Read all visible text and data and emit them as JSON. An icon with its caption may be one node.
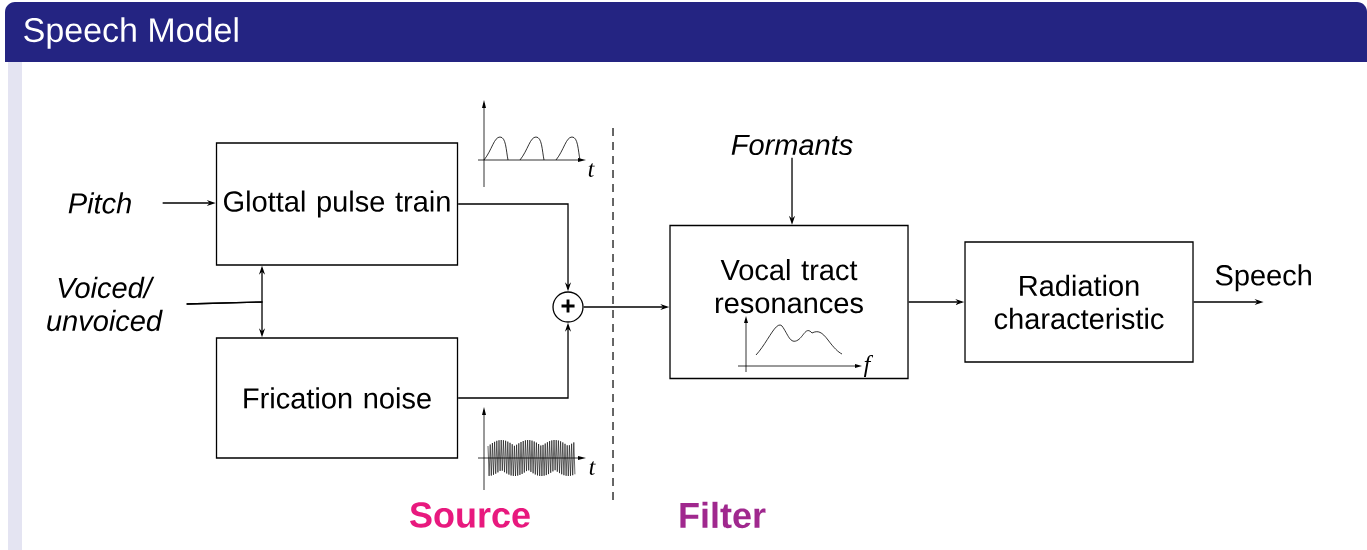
{
  "diagram": {
    "title": "Speech Model",
    "nodes": [
      {
        "text": [
          "Pitch"
        ]
      },
      {
        "text": [
          "Glottal pulse train"
        ]
      },
      {
        "text": [
          "Voiced/ unvoiced"
        ]
      },
      {
        "text": [
          "Frication noise"
        ]
      },
      {
        "text": [
          "+"
        ]
      },
      {
        "text": [
          "Vocal tract resonances"
        ]
      },
      {
        "text": [
          "Formants"
        ]
      },
      {
        "text": [
          "Radiation characteristic"
        ]
      }
    ],
    "edges": [
      {
        "from": 0,
        "to": 1,
        "arrow": "to"
      },
      {
        "from": 2,
        "to": 1,
        "arrow": "to"
      },
      {
        "from": 2,
        "to": 3,
        "arrow": "to"
      },
      {
        "from": 1,
        "to": 4,
        "arrow": "to"
      },
      {
        "from": 3,
        "to": 4,
        "arrow": "to"
      },
      {
        "from": 4,
        "to": 5,
        "arrow": "to"
      },
      {
        "from": 6,
        "to": 5,
        "arrow": "to"
      },
      {
        "from": 5,
        "to": 7,
        "arrow": "to"
      },
      {
        "from": 7,
        "to": null,
        "arrow": "to",
        "label": "Speech"
      }
    ],
    "labels": [
      "t",
      "f",
      "t",
      "Source",
      "Filter"
    ]
  }
}
